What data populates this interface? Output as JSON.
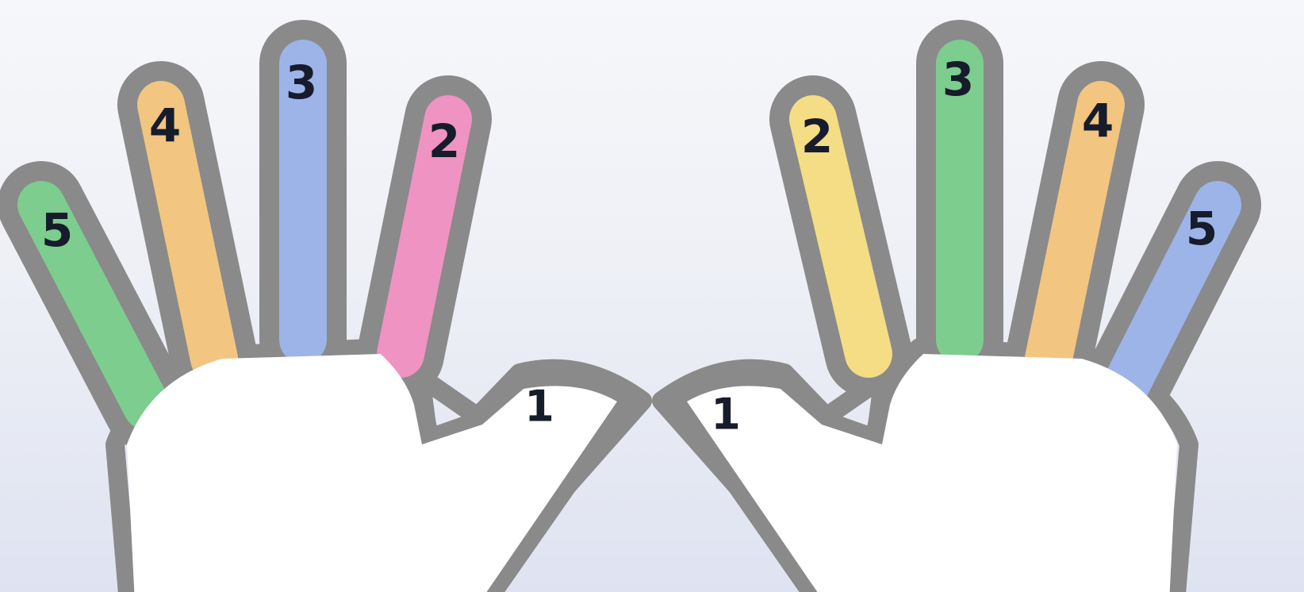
{
  "hands": [
    {
      "side": "left",
      "thumb": {
        "number": "1"
      },
      "fingers": [
        {
          "number": "5",
          "color": "#7ccd8e"
        },
        {
          "number": "4",
          "color": "#f2c580"
        },
        {
          "number": "3",
          "color": "#9cb4e8"
        },
        {
          "number": "2",
          "color": "#ef93c2"
        }
      ]
    },
    {
      "side": "right",
      "thumb": {
        "number": "1"
      },
      "fingers": [
        {
          "number": "2",
          "color": "#f4dd84"
        },
        {
          "number": "3",
          "color": "#7ccd8e"
        },
        {
          "number": "4",
          "color": "#f2c580"
        },
        {
          "number": "5",
          "color": "#9cb4e8"
        }
      ]
    }
  ],
  "colors": {
    "outline": "#8a8a8a",
    "palm": "#ffffff",
    "number_text": "#161c2c"
  }
}
